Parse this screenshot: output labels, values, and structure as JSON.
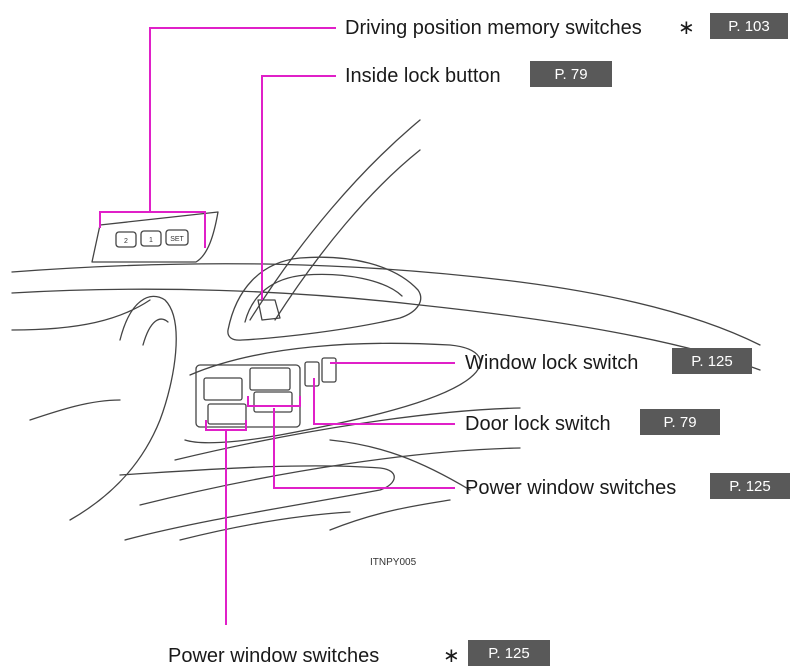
{
  "colors": {
    "leader": "#e020c8",
    "badge": "#595959",
    "line_art": "#444444"
  },
  "callouts": {
    "memory": {
      "label": "Driving position memory switches",
      "star": "∗",
      "ref": "P. 103"
    },
    "inside_lock": {
      "label": "Inside lock button",
      "ref": "P. 79"
    },
    "window_lock": {
      "label": "Window lock switch",
      "ref": "P. 125"
    },
    "door_lock": {
      "label": "Door lock switch",
      "ref": "P. 79"
    },
    "power_window_driver": {
      "label": "Power window switches",
      "ref": "P. 125"
    },
    "power_window_passenger": {
      "label": "Power window switches",
      "star": "∗",
      "ref": "P. 125"
    }
  },
  "memory_buttons": [
    "2",
    "1",
    "SET"
  ],
  "illustration_code": "ITNPY005"
}
